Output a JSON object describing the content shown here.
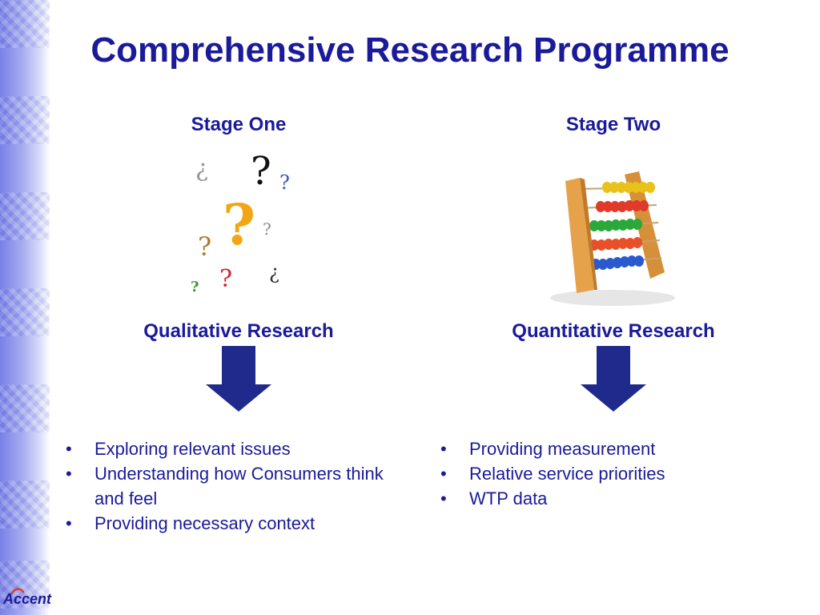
{
  "slide": {
    "title": "Comprehensive Research Programme"
  },
  "stage_one": {
    "label": "Stage One",
    "research_label": "Qualitative Research",
    "bullets": [
      "Exploring relevant issues",
      "Understanding how Consumers think and feel",
      "Providing necessary context"
    ]
  },
  "stage_two": {
    "label": "Stage Two",
    "research_label": "Quantitative Research",
    "bullets": [
      "Providing measurement",
      "Relative service priorities",
      "WTP data"
    ]
  },
  "question_marks": {
    "glyph": "?",
    "inverted_glyph": "¿"
  },
  "logo": {
    "text": "Accent"
  },
  "colors": {
    "heading": "#1a1a9a",
    "arrow": "#1f2a8c",
    "band": "#8a90ea"
  },
  "icons": [
    "question-marks-image",
    "abacus-image",
    "down-arrow-icon",
    "accent-logo"
  ]
}
